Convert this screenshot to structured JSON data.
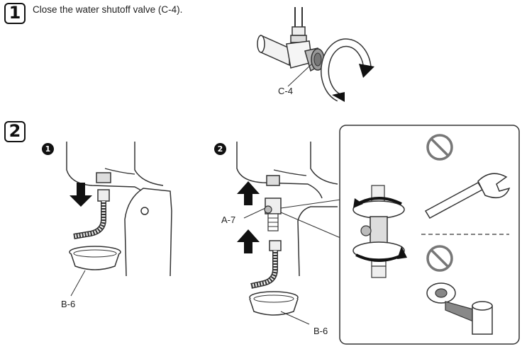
{
  "step1": {
    "number": "1",
    "instruction": "Close the water shutoff valve (C-4).",
    "valve_label": "C-4"
  },
  "step2": {
    "number": "2",
    "sub1": {
      "marker": "1",
      "container_label": "B-6"
    },
    "sub2": {
      "marker": "2",
      "filter_label": "A-7",
      "container_label": "B-6"
    }
  },
  "icons": {
    "prohibited_wrench": "prohibition-icon",
    "prohibited_tape": "prohibition-icon"
  }
}
